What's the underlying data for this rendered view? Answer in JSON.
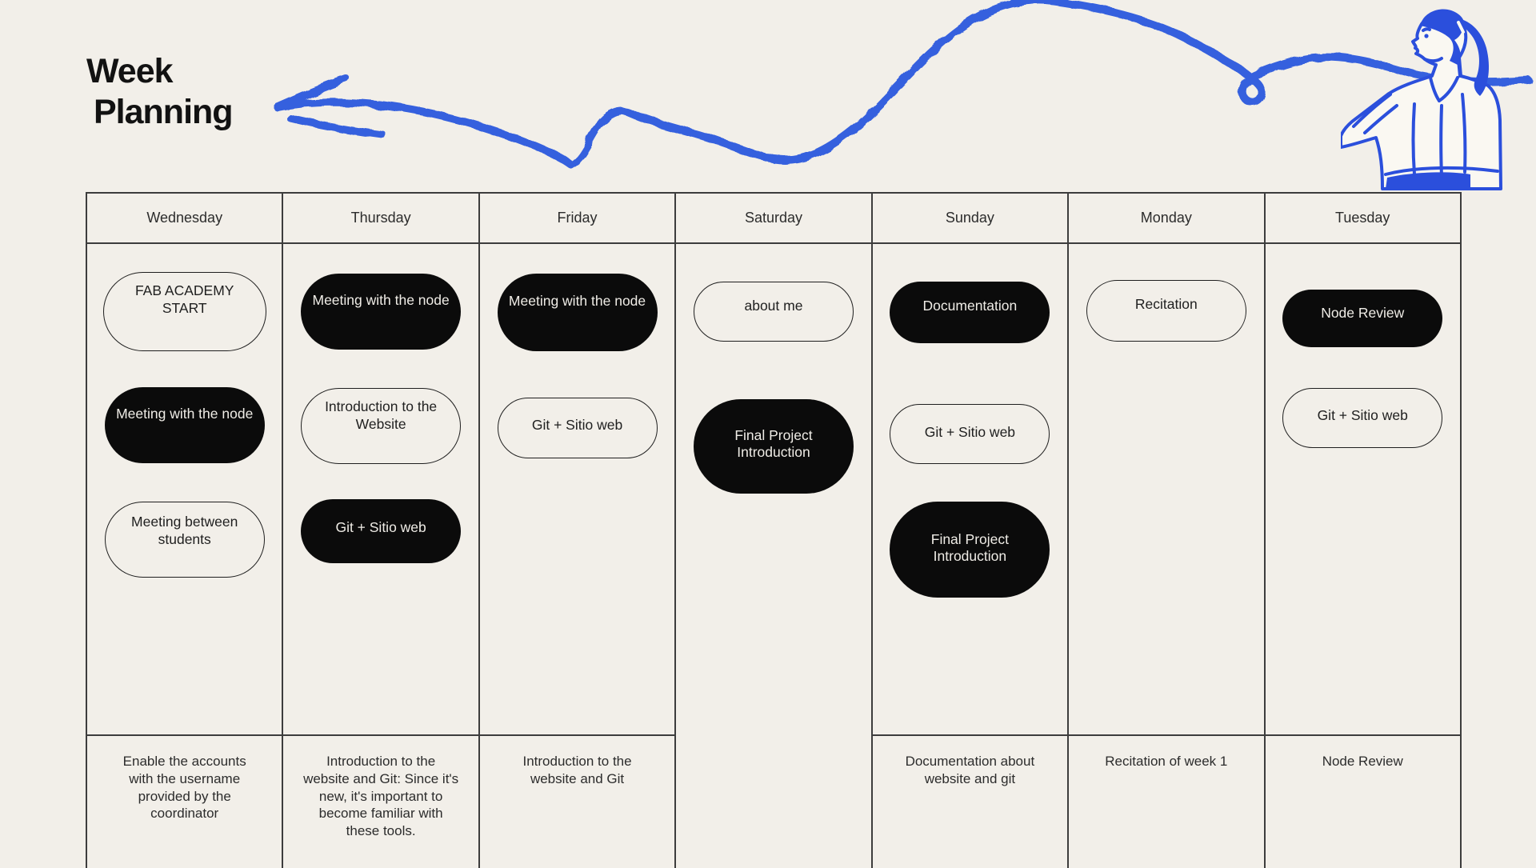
{
  "title": {
    "line1": "Week",
    "line2": "Planning"
  },
  "colors": {
    "background": "#F2EFE9",
    "ink": "#2C2C2C",
    "table_line": "#3D3D3D",
    "pill_solid_bg": "#0B0B0B",
    "pill_solid_text": "#EFECE6",
    "accent_blue": "#3560DE"
  },
  "icons": {
    "arrow": "blue-crayon-scribble-arrow",
    "person": "blue-line-art-woman-ponytail"
  },
  "planner": {
    "days": [
      "Wednesday",
      "Thursday",
      "Friday",
      "Saturday",
      "Sunday",
      "Monday",
      "Tuesday"
    ],
    "columns": [
      {
        "day": "Wednesday",
        "pills": [
          {
            "label": "FAB ACADEMY START",
            "variant": "outline"
          },
          {
            "label": "Meeting with the node",
            "variant": "solid"
          },
          {
            "label": "Meeting between students",
            "variant": "outline"
          }
        ],
        "note": "Enable the accounts with the username provided by the coordinator"
      },
      {
        "day": "Thursday",
        "pills": [
          {
            "label": "Meeting with the node",
            "variant": "solid"
          },
          {
            "label": "Introduction to the Website",
            "variant": "outline"
          },
          {
            "label": "Git + Sitio web",
            "variant": "solid"
          }
        ],
        "note": "Introduction to the website and Git: Since it's new, it's important to become familiar with these tools."
      },
      {
        "day": "Friday",
        "pills": [
          {
            "label": "Meeting with the node",
            "variant": "solid"
          },
          {
            "label": "Git + Sitio web",
            "variant": "outline"
          }
        ],
        "note": "Introduction to the website and Git"
      },
      {
        "day": "Saturday",
        "pills": [
          {
            "label": "about me",
            "variant": "outline"
          },
          {
            "label": "Final Project Introduction",
            "variant": "solid"
          }
        ],
        "note": ""
      },
      {
        "day": "Sunday",
        "pills": [
          {
            "label": "Documentation",
            "variant": "solid"
          },
          {
            "label": "Git + Sitio web",
            "variant": "outline"
          },
          {
            "label": "Final Project Introduction",
            "variant": "solid"
          }
        ],
        "note": "Documentation about website and git"
      },
      {
        "day": "Monday",
        "pills": [
          {
            "label": "Recitation",
            "variant": "outline"
          }
        ],
        "note": "Recitation of week 1"
      },
      {
        "day": "Tuesday",
        "pills": [
          {
            "label": "Node Review",
            "variant": "solid"
          },
          {
            "label": "Git + Sitio web",
            "variant": "outline"
          }
        ],
        "note": "Node Review"
      }
    ]
  }
}
